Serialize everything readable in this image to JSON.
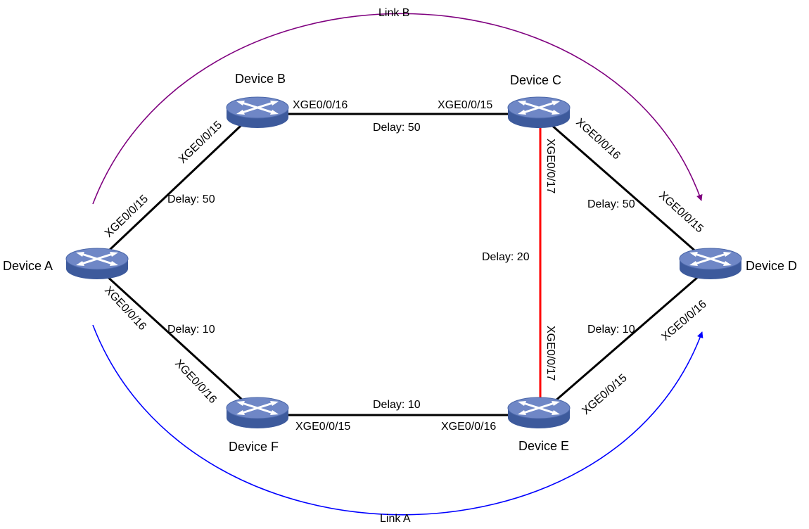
{
  "paths": {
    "link_b": {
      "label": "Link B",
      "color": "#7f007f"
    },
    "link_a": {
      "label": "Link A",
      "color": "#0000ff"
    }
  },
  "devices": {
    "a": {
      "name": "Device A"
    },
    "b": {
      "name": "Device B"
    },
    "c": {
      "name": "Device C"
    },
    "d": {
      "name": "Device D"
    },
    "e": {
      "name": "Device E"
    },
    "f": {
      "name": "Device F"
    }
  },
  "links": {
    "ab": {
      "port_a": "XGE0/0/15",
      "port_b": "XGE0/0/15",
      "delay": "Delay: 50"
    },
    "bc": {
      "port_b": "XGE0/0/16",
      "port_c": "XGE0/0/15",
      "delay": "Delay: 50"
    },
    "cd": {
      "port_c": "XGE0/0/16",
      "port_d": "XGE0/0/15",
      "delay": "Delay: 50"
    },
    "ce": {
      "port_c": "XGE0/0/17",
      "port_e": "XGE0/0/17",
      "delay": "Delay: 20",
      "color": "#ff0000"
    },
    "af": {
      "port_a": "XGE0/0/16",
      "port_f": "XGE0/0/16",
      "delay": "Delay: 10"
    },
    "fe": {
      "port_f": "XGE0/0/15",
      "port_e": "XGE0/0/16",
      "delay": "Delay: 10"
    },
    "ed": {
      "port_e": "XGE0/0/15",
      "port_d": "XGE0/0/16",
      "delay": "Delay: 10"
    }
  },
  "colors": {
    "device_top": "#6f87c6",
    "device_side": "#3d5a9c",
    "device_edge": "#e8edf7"
  }
}
